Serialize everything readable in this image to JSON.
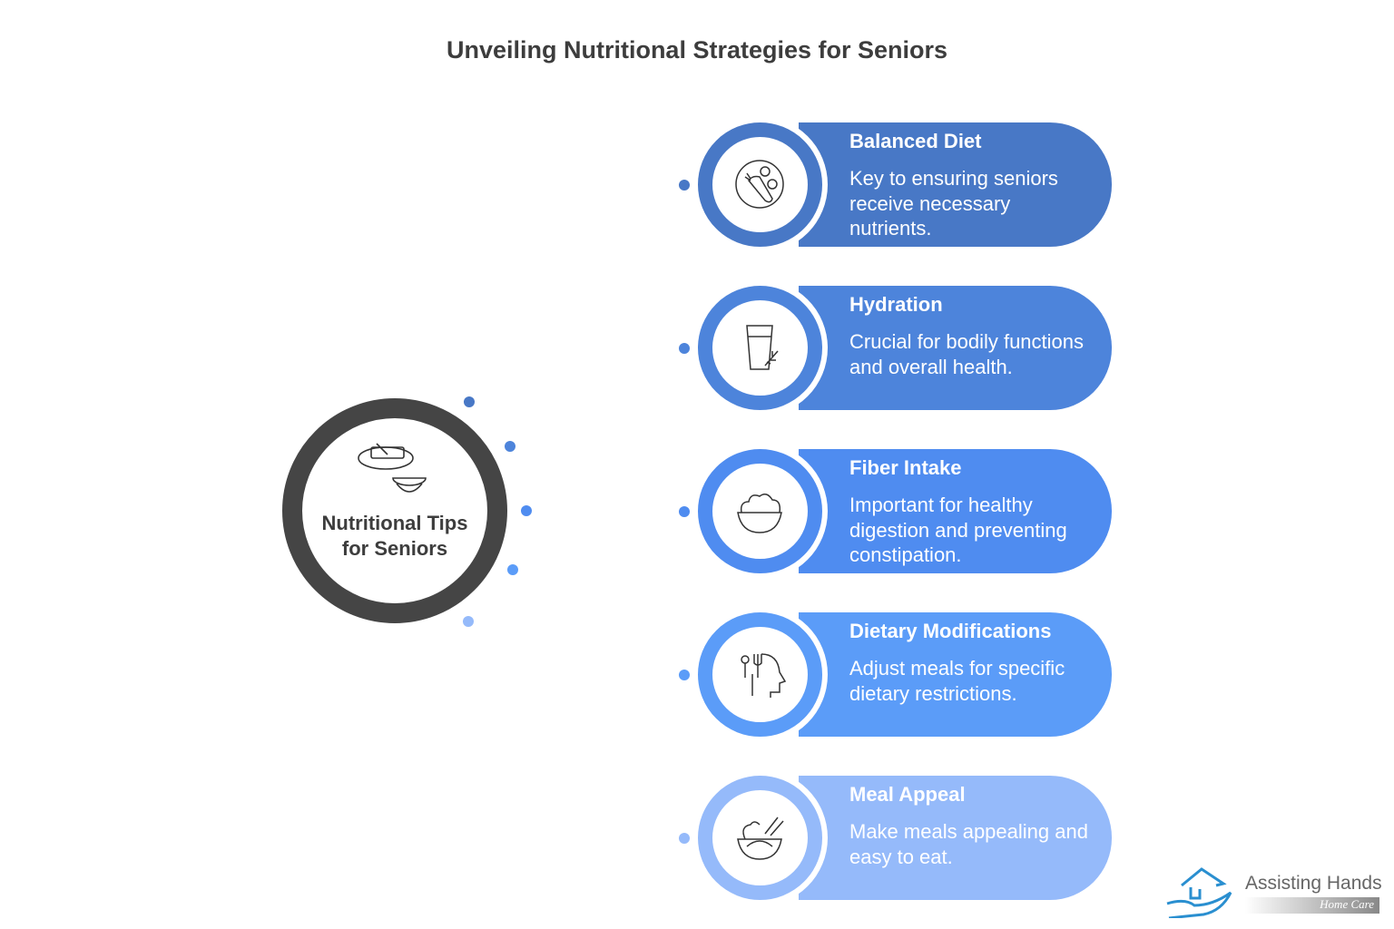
{
  "title": "Unveiling Nutritional Strategies for Seniors",
  "hub": {
    "label_line1": "Nutritional Tips",
    "label_line2": "for Seniors"
  },
  "items": [
    {
      "title": "Balanced Diet",
      "desc": "Key to ensuring seniors receive necessary nutrients.",
      "icon": "carrot-plate-icon",
      "color": "#4878c6"
    },
    {
      "title": "Hydration",
      "desc": "Crucial for bodily functions and overall health.",
      "icon": "water-glass-icon",
      "color": "#4d84db"
    },
    {
      "title": "Fiber Intake",
      "desc": "Important for healthy digestion and preventing constipation.",
      "icon": "salad-bowl-icon",
      "color": "#4f8cf0"
    },
    {
      "title": "Dietary Modifications",
      "desc": "Adjust meals for specific dietary restrictions.",
      "icon": "head-utensils-icon",
      "color": "#5b9cf8"
    },
    {
      "title": "Meal Appeal",
      "desc": "Make meals appealing and easy to eat.",
      "icon": "noodle-bowl-icon",
      "color": "#95bafa"
    }
  ],
  "logo": {
    "name": "Assisting Hands",
    "sub": "Home Care"
  }
}
